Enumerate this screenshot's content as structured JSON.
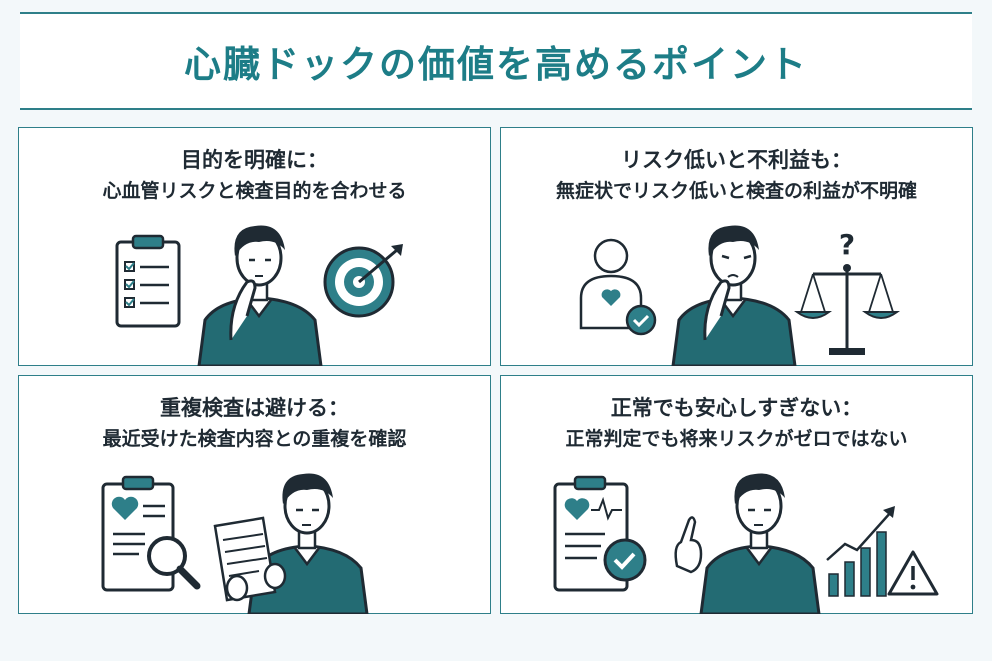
{
  "title": "心臓ドックの価値を高めるポイント",
  "colors": {
    "accent": "#2e7f89",
    "teal_dark": "#236b73",
    "ink": "#1f2a33",
    "bg": "#f3f8fa"
  },
  "cards": [
    {
      "title": "目的を明確に：",
      "subtitle": "心血管リスクと検査目的を合わせる",
      "icons": [
        "clipboard-checklist-icon",
        "thinking-man-icon",
        "target-arrow-icon"
      ]
    },
    {
      "title": "リスク低いと不利益も：",
      "subtitle": "無症状でリスク低いと検査の利益が不明確",
      "icons": [
        "healthy-person-heart-icon",
        "worried-man-icon",
        "question-mark-icon",
        "balance-scale-icon"
      ]
    },
    {
      "title": "重複検査は避ける：",
      "subtitle": "最近受けた検査内容との重複を確認",
      "icons": [
        "heart-report-magnifier-icon",
        "man-reading-document-icon"
      ]
    },
    {
      "title": "正常でも安心しすぎない：",
      "subtitle": "正常判定でも将来リスクがゼロではない",
      "icons": [
        "ecg-clipboard-check-icon",
        "man-raising-finger-icon",
        "rising-bar-chart-icon",
        "warning-triangle-icon"
      ]
    }
  ]
}
